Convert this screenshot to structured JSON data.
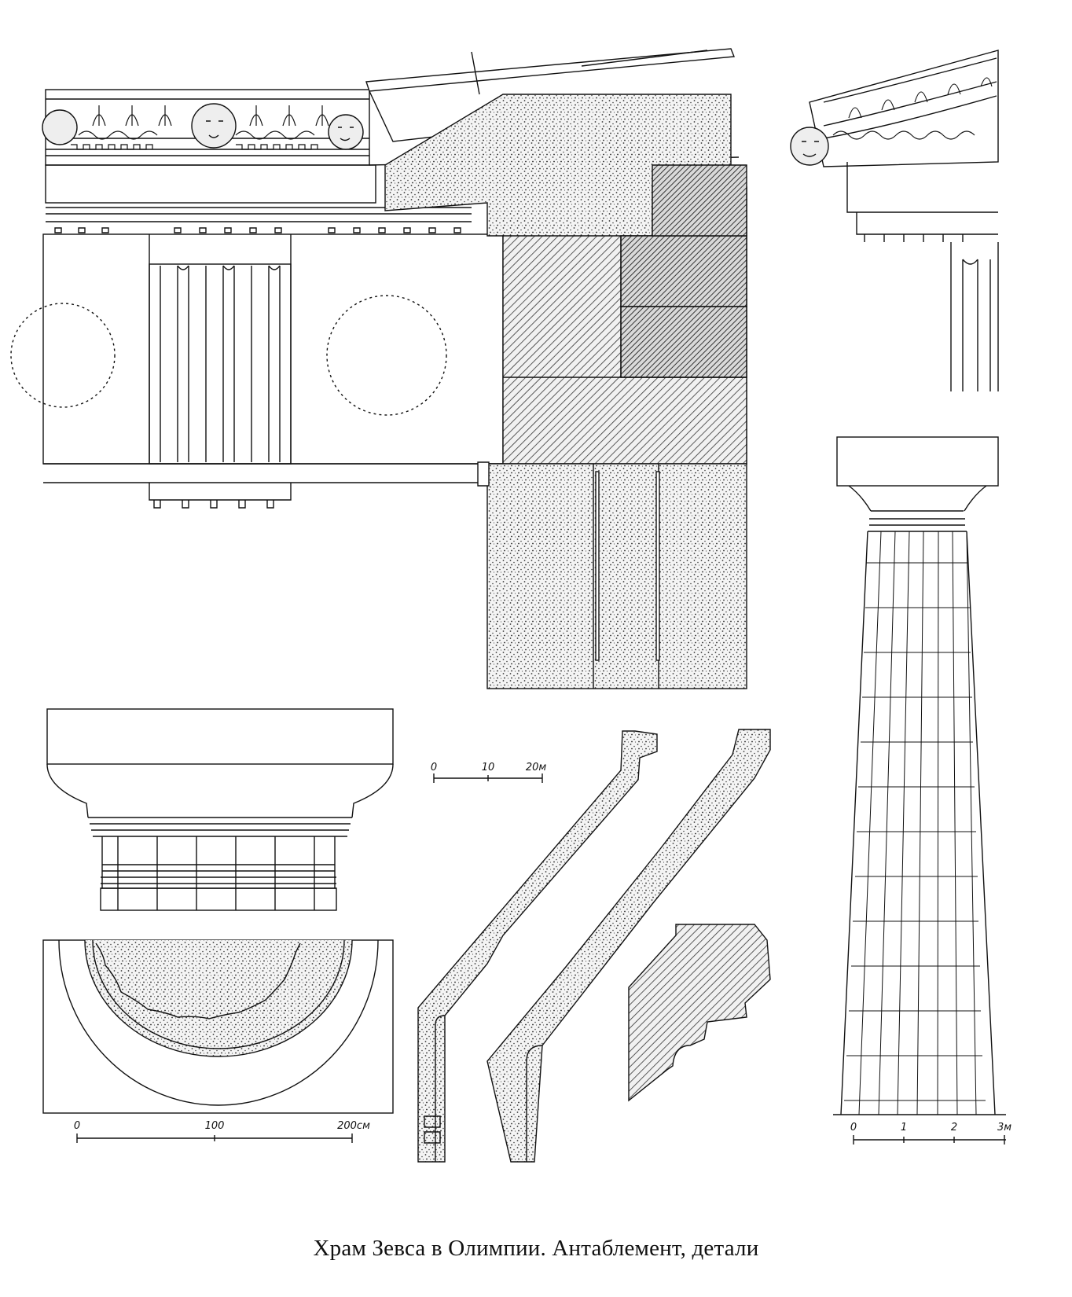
{
  "caption": "Храм Зевса в Олимпии. Антаблемент, детали",
  "scales": {
    "entablature": {
      "ticks": [
        "0",
        "10",
        "20м"
      ]
    },
    "capital_plan": {
      "ticks": [
        "0",
        "100",
        "200см"
      ]
    },
    "column": {
      "ticks": [
        "0",
        "1",
        "2",
        "3м"
      ]
    }
  },
  "colors": {
    "ink": "#111111",
    "paper": "#ffffff",
    "hatch": "#222222"
  }
}
